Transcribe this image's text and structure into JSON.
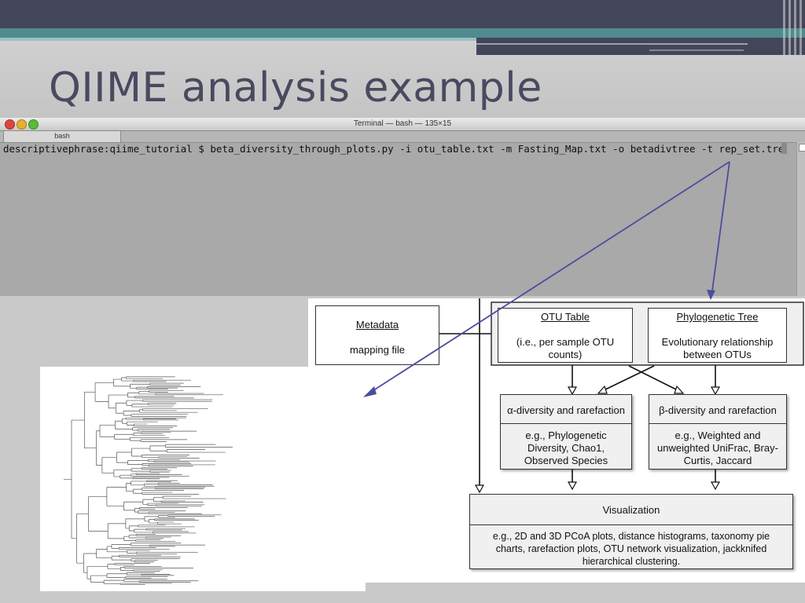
{
  "slide": {
    "title": "QIIME analysis example"
  },
  "terminal": {
    "window_title": "Terminal — bash — 135×15",
    "tab_label": "bash",
    "command": "descriptivephrase:qiime_tutorial $ beta_diversity_through_plots.py -i otu_table.txt -m Fasting_Map.txt -o betadivtree -t rep_set.tre"
  },
  "diagram": {
    "metadata": {
      "title": "Metadata",
      "subtitle": "mapping file"
    },
    "otu_table": {
      "title": "OTU Table",
      "line1": "(i.e., per sample OTU",
      "line2": "counts)"
    },
    "phylo_tree": {
      "title": "Phylogenetic Tree",
      "line1": "Evolutionary relationship",
      "line2": "between OTUs"
    },
    "alpha": {
      "title": "α-diversity and rarefaction",
      "line1": "e.g., Phylogenetic",
      "line2": "Diversity, Chao1,",
      "line3": "Observed Species"
    },
    "beta": {
      "title": "β-diversity and rarefaction",
      "line1": "e.g., Weighted and",
      "line2": "unweighted UniFrac, Bray-",
      "line3": "Curtis, Jaccard"
    },
    "visualization": {
      "title": "Visualization",
      "line1": "e.g., 2D and 3D PCoA plots, distance histograms, taxonomy pie",
      "line2": "charts, rarefaction plots, OTU network visualization, jackknifed",
      "line3": "hierarchical clustering."
    }
  },
  "colors": {
    "slide_dark": "#43455a",
    "slide_teal": "#4f8b8f",
    "title_text": "#484a60",
    "arrow": "#4b4ca0"
  }
}
